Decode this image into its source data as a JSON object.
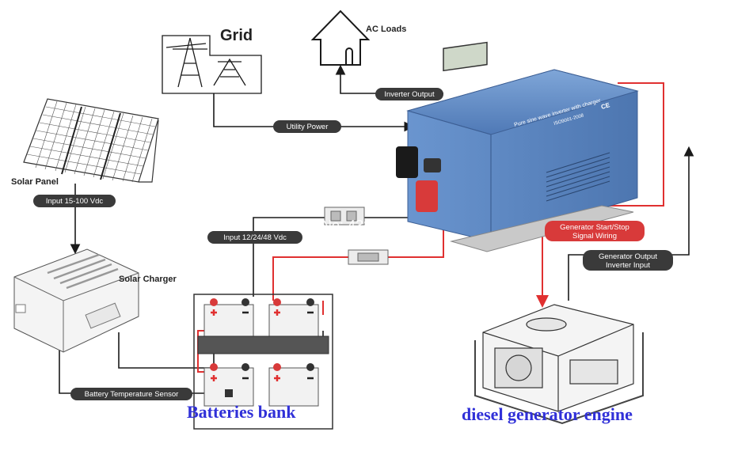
{
  "labels": {
    "grid": "Grid",
    "ac_loads": "AC Loads",
    "solar_panel": "Solar Panel",
    "solar_charger": "Solar Charger",
    "batteries_bank": "Batteries bank",
    "diesel_generator": "diesel generator engine"
  },
  "pills": {
    "inverter_output": "Inverter Output",
    "utility_power": "Utility Power",
    "input_solar": "Input 15-100 Vdc",
    "input_battery": "Input 12/24/48 Vdc",
    "generator_start_line1": "Generator Start/Stop",
    "generator_start_line2": "Signal Wiring",
    "generator_output_line1": "Generator Output",
    "generator_output_line2": "Inverter Input",
    "battery_temp_sensor": "Battery Temperature Sensor"
  },
  "inverter": {
    "front_text": "Pure sine wave inverter with charger",
    "iso_text": "ISO9001-2008",
    "ce_mark": "CE"
  },
  "watermark": "Store No: 4381057",
  "colors": {
    "red_wire": "#e03030",
    "black_wire": "#1a1a1a",
    "pill_dark": "#3a3a3a",
    "pill_red": "#d83a3a",
    "inverter_blue": "#5d88c4",
    "label_blue": "#3030d8"
  },
  "icons": [
    "house-icon",
    "power-tower-icon",
    "solar-panel-icon",
    "solar-charger-icon",
    "battery-icon",
    "generator-icon",
    "fuse-icon",
    "inverter-icon"
  ]
}
